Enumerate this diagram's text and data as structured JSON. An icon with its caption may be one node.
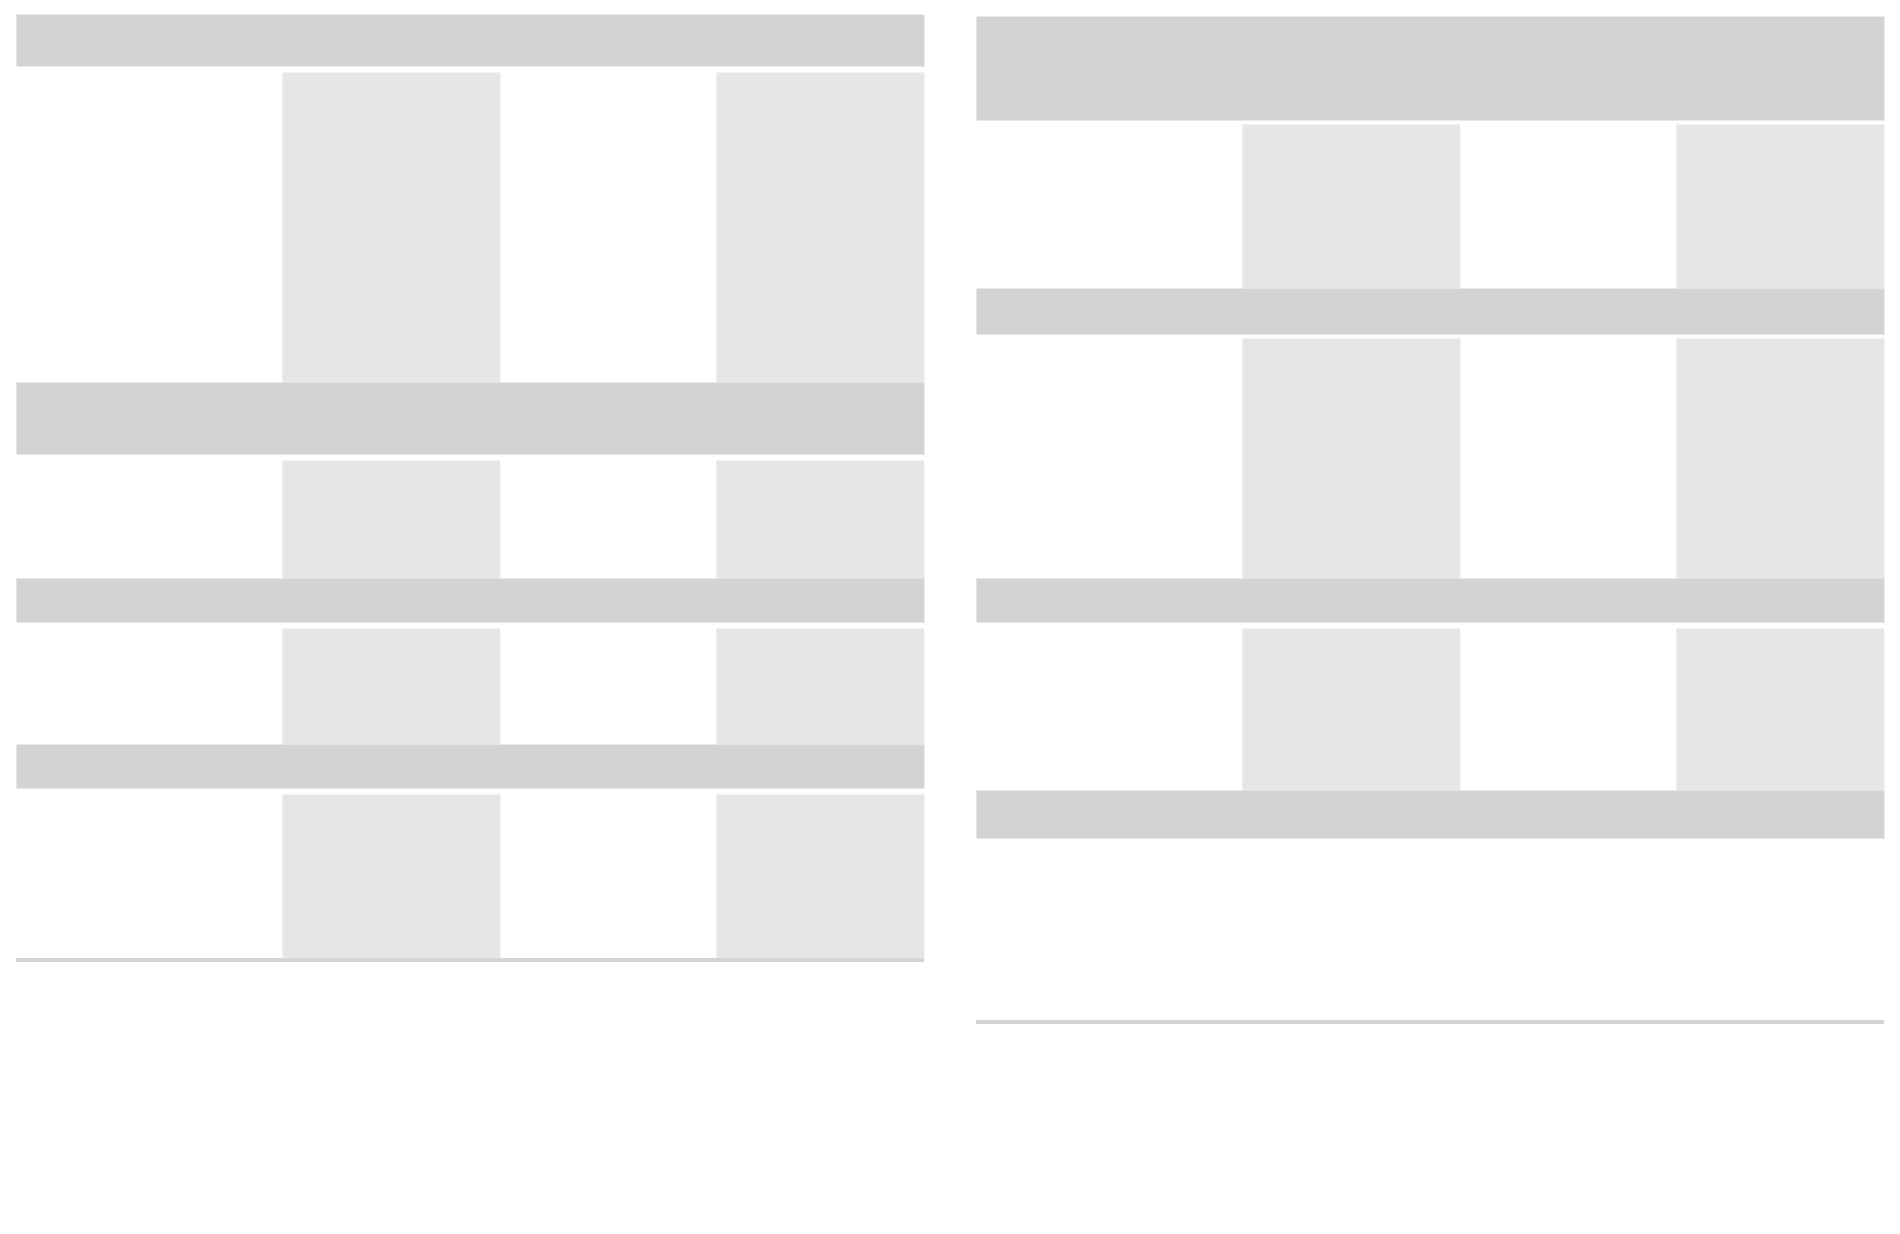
{
  "diagram": {
    "nodes": [
      {
        "text": [],
        "shape": "bar"
      },
      {
        "text": [],
        "shape": "box"
      },
      {
        "text": [],
        "shape": "box"
      },
      {
        "text": [],
        "shape": "bar"
      },
      {
        "text": [],
        "shape": "box"
      },
      {
        "text": [],
        "shape": "box"
      },
      {
        "text": [],
        "shape": "bar"
      },
      {
        "text": [],
        "shape": "box"
      },
      {
        "text": [],
        "shape": "box"
      },
      {
        "text": [],
        "shape": "bar"
      },
      {
        "text": [],
        "shape": "box"
      },
      {
        "text": [],
        "shape": "box"
      },
      {
        "text": [],
        "shape": "bar"
      },
      {
        "text": [],
        "shape": "box"
      },
      {
        "text": [],
        "shape": "box"
      },
      {
        "text": [],
        "shape": "bar"
      },
      {
        "text": [],
        "shape": "box"
      },
      {
        "text": [],
        "shape": "box"
      },
      {
        "text": [],
        "shape": "bar"
      },
      {
        "text": [],
        "shape": "box"
      },
      {
        "text": [],
        "shape": "box"
      },
      {
        "text": [],
        "shape": "bar"
      }
    ]
  }
}
